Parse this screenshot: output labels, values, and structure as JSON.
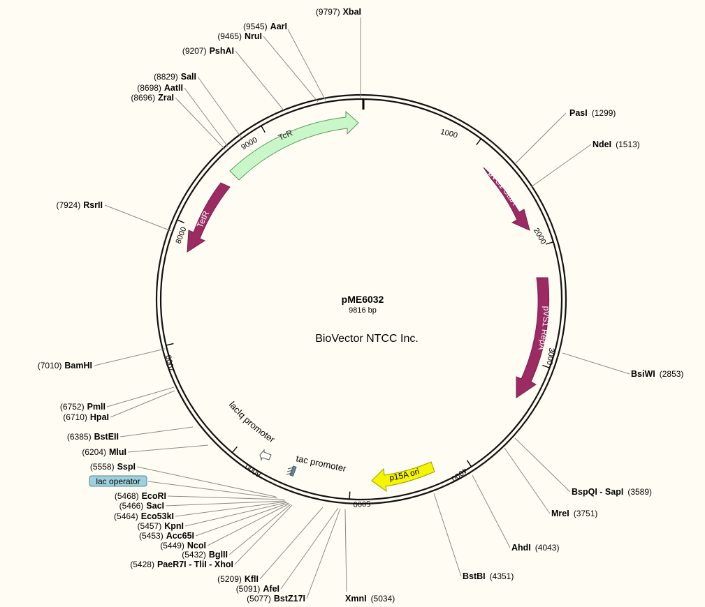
{
  "plasmid": {
    "name": "pME6032",
    "length_label": "9816 bp",
    "company": "BioVector NTCC Inc.",
    "length": 9816
  },
  "tick_labels": [
    "1000",
    "2000",
    "3000",
    "4000",
    "5000",
    "6000",
    "7000",
    "8000",
    "9000"
  ],
  "features": [
    {
      "name": "TcR",
      "start": 8980,
      "end": 9816,
      "direction": "cw",
      "color": "#c9f7c9",
      "stroke": "#5a9a5a",
      "text_color": "#222222"
    },
    {
      "name": "pVS1 StaA",
      "start": 1500,
      "end": 2100,
      "direction": "cw",
      "color": "#9c2a63",
      "stroke": "#7a1f4c",
      "text_color": "#ffffff"
    },
    {
      "name": "pVS1 RepA",
      "start": 2500,
      "end": 3590,
      "direction": "cw",
      "color": "#9c2a63",
      "stroke": "#7a1f4c",
      "text_color": "#ffffff"
    },
    {
      "name": "TetR",
      "start": 7800,
      "end": 8400,
      "direction": "ccw",
      "color": "#9c2a63",
      "stroke": "#7a1f4c",
      "text_color": "#ffffff"
    },
    {
      "name": "p15A ori",
      "start": 4550,
      "end": 5000,
      "direction": "ccw",
      "color": "#f5f500",
      "stroke": "#9a9a00",
      "text_color": "#000000"
    }
  ],
  "promoters": [
    {
      "name": "lacIq promoter"
    },
    {
      "name": "tac promoter"
    }
  ],
  "right_sites": [
    {
      "name": "XbaI",
      "pos": "(9797)"
    },
    {
      "name": "PasI",
      "pos": "(1299)"
    },
    {
      "name": "NdeI",
      "pos": "(1513)"
    },
    {
      "name": "BsiWI",
      "pos": "(2853)"
    },
    {
      "name": "BspQI - SapI",
      "pos": "(3589)"
    },
    {
      "name": "MreI",
      "pos": "(3751)"
    },
    {
      "name": "AhdI",
      "pos": "(4043)"
    },
    {
      "name": "BstBI",
      "pos": "(4351)"
    },
    {
      "name": "XmnI",
      "pos": "(5034)"
    }
  ],
  "left_sites": [
    {
      "name": "AarI",
      "pos": "(9545)"
    },
    {
      "name": "NruI",
      "pos": "(9465)"
    },
    {
      "name": "PshAI",
      "pos": "(9207)"
    },
    {
      "name": "SalI",
      "pos": "(8829)"
    },
    {
      "name": "AatII",
      "pos": "(8698)"
    },
    {
      "name": "ZraI",
      "pos": "(8696)"
    },
    {
      "name": "RsrII",
      "pos": "(7924)"
    },
    {
      "name": "BamHI",
      "pos": "(7010)"
    },
    {
      "name": "PmlI",
      "pos": "(6752)"
    },
    {
      "name": "HpaI",
      "pos": "(6710)"
    },
    {
      "name": "BstEII",
      "pos": "(6385)"
    },
    {
      "name": "MluI",
      "pos": "(6204)"
    },
    {
      "name": "SspI",
      "pos": "(5558)"
    },
    {
      "name": "EcoRI",
      "pos": "(5468)"
    },
    {
      "name": "SacI",
      "pos": "(5466)"
    },
    {
      "name": "Eco53kI",
      "pos": "(5464)"
    },
    {
      "name": "KpnI",
      "pos": "(5457)"
    },
    {
      "name": "Acc65I",
      "pos": "(5453)"
    },
    {
      "name": "NcoI",
      "pos": "(5449)"
    },
    {
      "name": "BglII",
      "pos": "(5432)"
    },
    {
      "name": "PaeR7I - TliI - XhoI",
      "pos": "(5428)"
    },
    {
      "name": "KflI",
      "pos": "(5209)"
    },
    {
      "name": "AfeI",
      "pos": "(5091)"
    },
    {
      "name": "BstZ17I",
      "pos": "(5077)"
    }
  ],
  "lac_operator": {
    "label": "lac operator",
    "color": "#9fd0dc"
  }
}
